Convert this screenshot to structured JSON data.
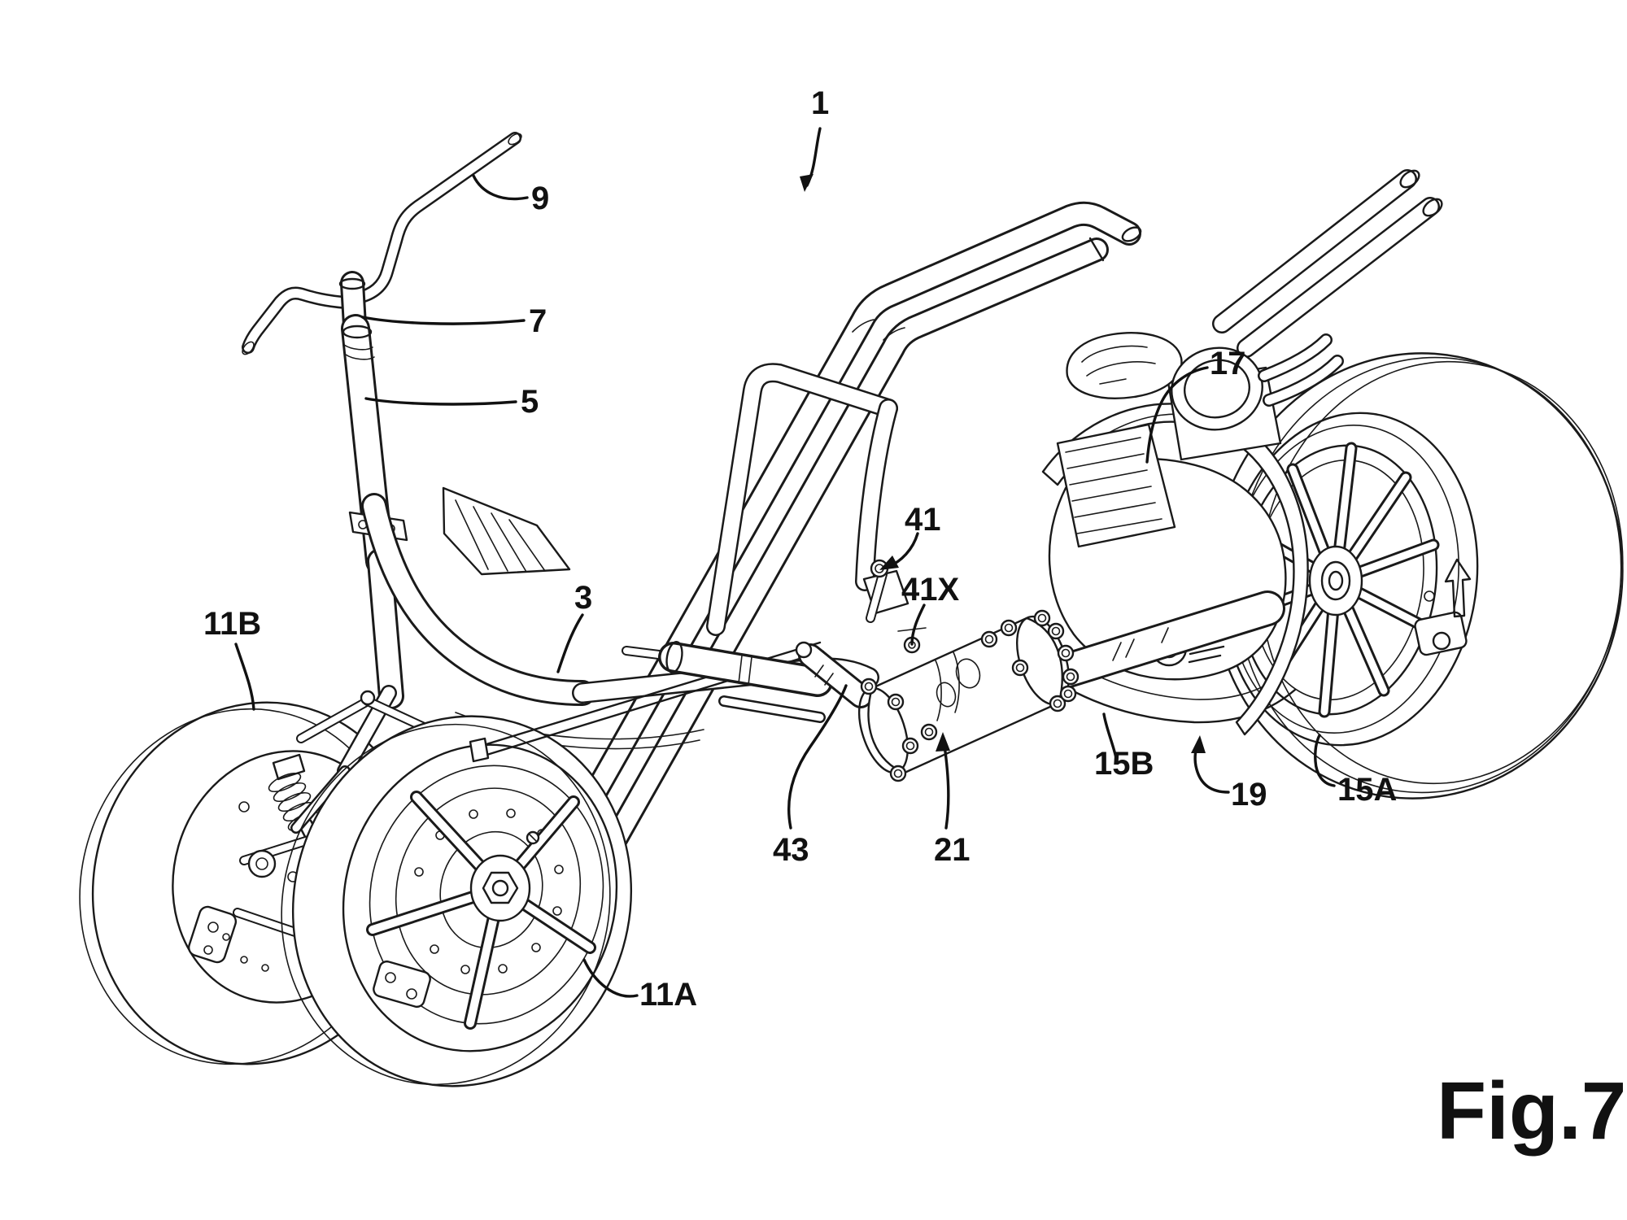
{
  "figure": {
    "caption": "Fig.7",
    "background_color": "#ffffff",
    "line_color": "#1a1a1a",
    "label_color": "#111111"
  },
  "labels": {
    "l1": {
      "text": "1"
    },
    "l3": {
      "text": "3"
    },
    "l5": {
      "text": "5"
    },
    "l7": {
      "text": "7"
    },
    "l9": {
      "text": "9"
    },
    "l11A": {
      "text": "11A"
    },
    "l11B": {
      "text": "11B"
    },
    "l15A": {
      "text": "15A"
    },
    "l15B": {
      "text": "15B"
    },
    "l17": {
      "text": "17"
    },
    "l19": {
      "text": "19"
    },
    "l21": {
      "text": "21"
    },
    "l41": {
      "text": "41"
    },
    "l41X": {
      "text": "41X"
    },
    "l43": {
      "text": "43"
    }
  }
}
